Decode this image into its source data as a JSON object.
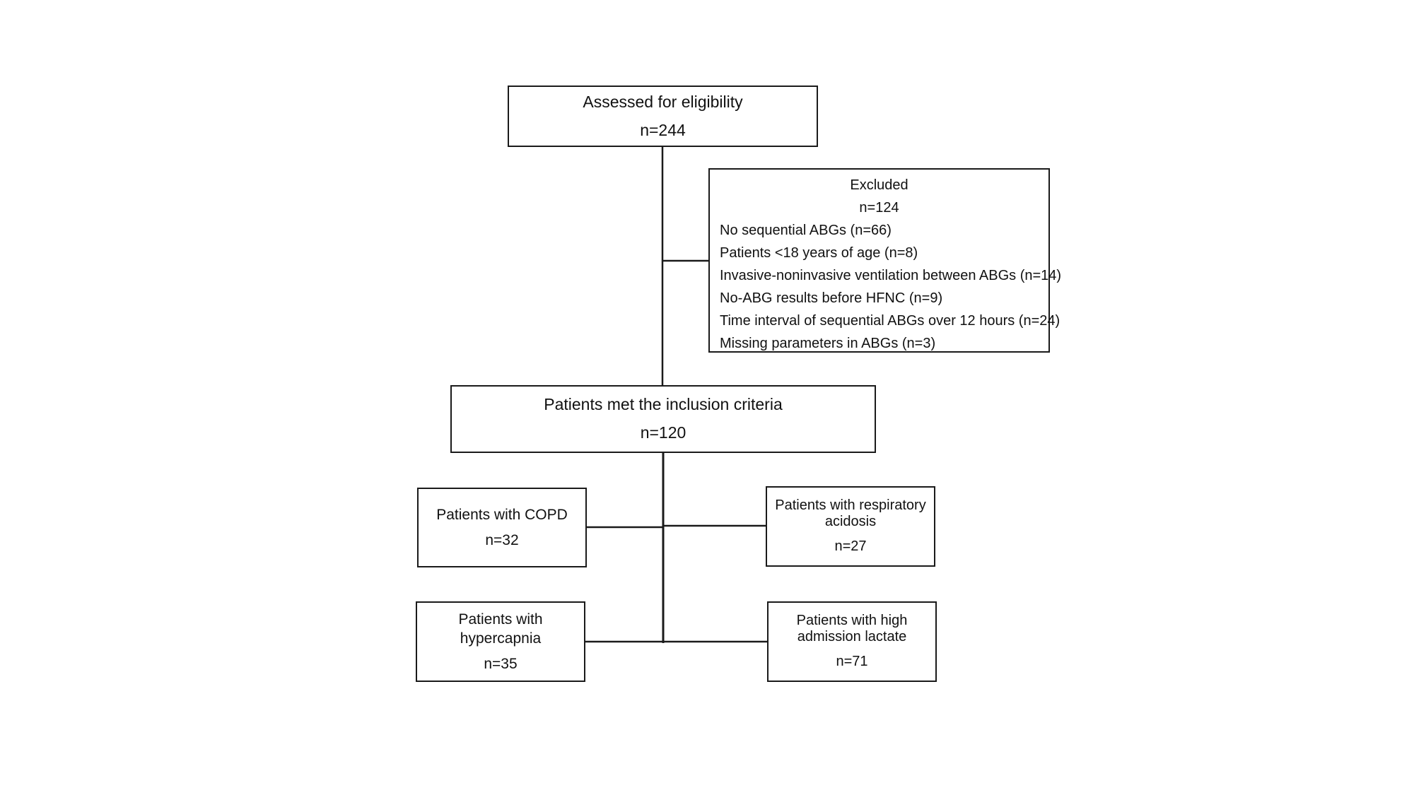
{
  "assessed": {
    "title": "Assessed for eligibility",
    "n": "n=244"
  },
  "excluded": {
    "title": "Excluded",
    "n": "n=124",
    "items": [
      "No sequential ABGs (n=66)",
      "Patients <18 years of age (n=8)",
      "Invasive-noninvasive ventilation between ABGs (n=14)",
      "No-ABG results before HFNC (n=9)",
      "Time interval of sequential ABGs over 12 hours (n=24)",
      "Missing parameters in ABGs (n=3)"
    ]
  },
  "included": {
    "title": "Patients met the inclusion criteria",
    "n": "n=120"
  },
  "subgroups": {
    "copd": {
      "title": "Patients with COPD",
      "n": "n=32"
    },
    "respiratory_acidosis": {
      "title": "Patients with respiratory acidosis",
      "n": "n=27"
    },
    "hypercapnia": {
      "title": "Patients with hypercapnia",
      "n": "n=35"
    },
    "high_lactate": {
      "title": "Patients with high admission lactate",
      "n": "n=71"
    }
  }
}
